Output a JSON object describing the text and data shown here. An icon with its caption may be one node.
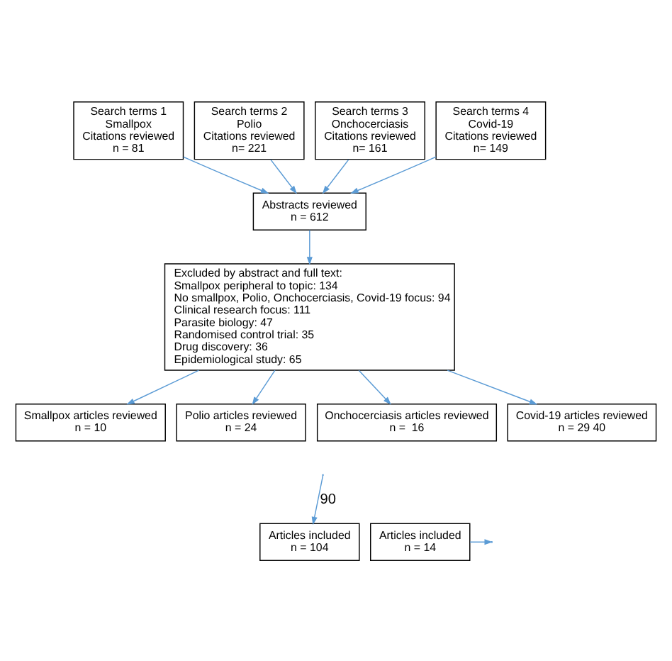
{
  "diagram": {
    "nodes": [
      {
        "text": [
          "Search terms 1",
          "Smallpox",
          "Citations reviewed",
          "n = 81"
        ]
      },
      {
        "text": [
          "Search terms 2",
          "Polio",
          "Citations reviewed",
          "n= 221"
        ]
      },
      {
        "text": [
          "Search terms 3",
          "Onchocerciasis",
          "Citations reviewed",
          "n= 161"
        ]
      },
      {
        "text": [
          "Search terms 4",
          "Covid-19",
          "Citations reviewed",
          "n= 149"
        ]
      },
      {
        "text": [
          "Abstracts reviewed",
          "n = 612"
        ]
      },
      {
        "text": [
          "Excluded by abstract and full text:",
          "Smallpox peripheral to topic: 134",
          "No smallpox, Polio, Onchocerciasis, Covid-19 focus: 94",
          "Clinical research focus: 111",
          "Parasite biology: 47",
          "Randomised control trial: 35",
          "Drug discovery: 36",
          "Epidemiological study: 65"
        ]
      },
      {
        "text": [
          "Smallpox articles reviewed",
          "n = 10"
        ]
      },
      {
        "text": [
          "Polio articles reviewed",
          "n = 24"
        ]
      },
      {
        "text": [
          "Onchocerciasis articles reviewed",
          "n =  16"
        ]
      },
      {
        "text": [
          "Covid-19 articles reviewed",
          "n = 29 40"
        ]
      },
      {
        "text": [
          "Articles included",
          "n = 14"
        ]
      },
      {
        "text": [
          "Articles included",
          "n = 104"
        ]
      }
    ],
    "edges": [
      {
        "from": 0,
        "to": 4,
        "arrow": "to"
      },
      {
        "from": 1,
        "to": 4,
        "arrow": "to"
      },
      {
        "from": 2,
        "to": 4,
        "arrow": "to"
      },
      {
        "from": 3,
        "to": 4,
        "arrow": "to"
      },
      {
        "from": 4,
        "to": 5,
        "arrow": "to"
      },
      {
        "from": 5,
        "to": 6,
        "arrow": "to"
      },
      {
        "from": 5,
        "to": 7,
        "arrow": "to"
      },
      {
        "from": 5,
        "to": 8,
        "arrow": "to"
      },
      {
        "from": 5,
        "to": 9,
        "arrow": "to"
      },
      {
        "from": null,
        "to": 11,
        "arrow": "to",
        "label": "90"
      },
      {
        "from": 10,
        "to": null,
        "arrow": "to"
      }
    ]
  }
}
